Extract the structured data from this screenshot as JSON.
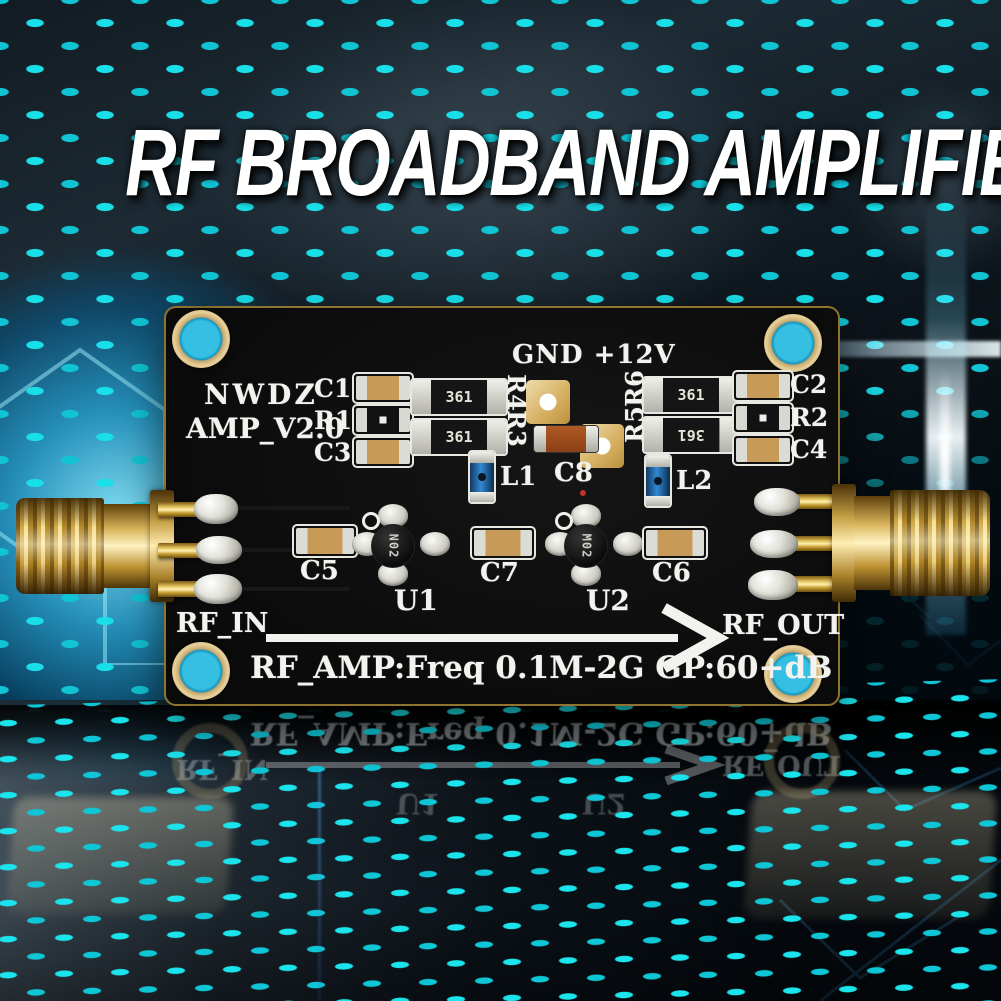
{
  "banner": {
    "title": "RF BROADBAND AMPLIFIE"
  },
  "pcb": {
    "brand": "NWDZ",
    "version": "AMP_V2.0",
    "power_label": "GND +12V",
    "rf_in": "RF_IN",
    "rf_out": "RF_OUT",
    "spec": "RF_AMP:Freq 0.1M-2G GP:60+dB",
    "labels": {
      "c1": "C1",
      "r1": "R1",
      "c3": "C3",
      "r4": "R4",
      "r3": "R3",
      "c2": "C2",
      "r2": "R2",
      "c4": "C4",
      "r6": "R6",
      "r5": "R5",
      "c5": "C5",
      "c7": "C7",
      "c6": "C6",
      "c8": "C8",
      "l1": "L1",
      "l2": "L2",
      "u1": "U1",
      "u2": "U2"
    },
    "markings": {
      "resistor": "361",
      "u1": "N02",
      "u2": "M02"
    }
  },
  "colors": {
    "dot_cyan": "#19dfe9",
    "pcb_black": "#0b0b0b",
    "connector_gold": "#d8b25a",
    "silkscreen_white": "#f2f2ee",
    "inductor_blue": "#3189d2"
  }
}
